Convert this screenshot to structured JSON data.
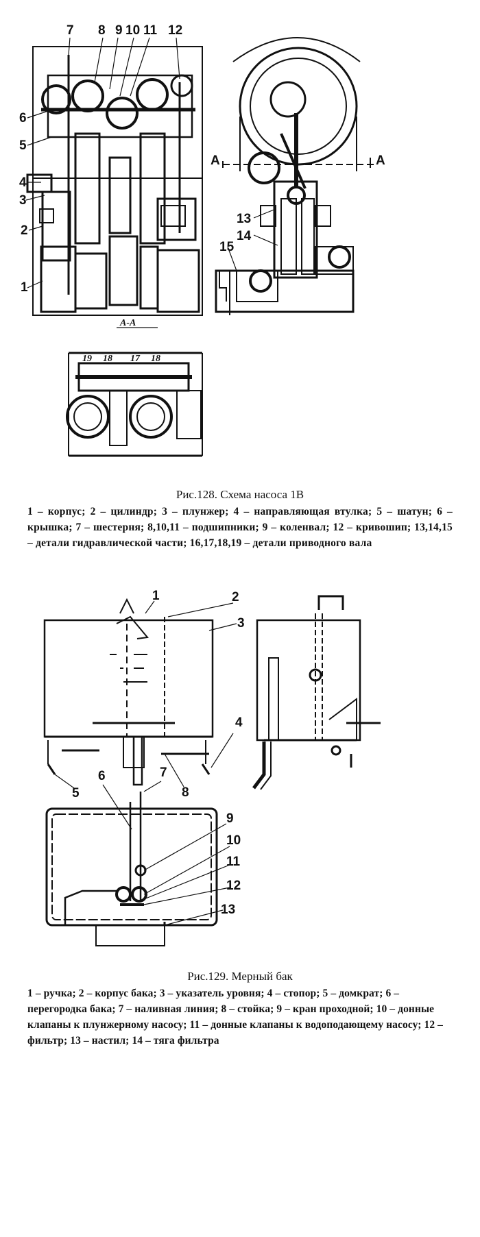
{
  "figure128": {
    "labels": {
      "l1": "1",
      "l2": "2",
      "l3": "3",
      "l4": "4",
      "l5": "5",
      "l6": "6",
      "l7": "7",
      "l8": "8",
      "l9": "9",
      "l10": "10",
      "l11": "11",
      "l12": "12",
      "l13": "13",
      "l14": "14",
      "l15": "15",
      "section_a_left": "A",
      "section_a_right": "A",
      "section_aa": "А-А",
      "l19": "19",
      "l18a": "18",
      "l17": "17",
      "l18b": "18"
    },
    "title": "Рис.128. Схема насоса 1В",
    "legend": "1 – корпус; 2 – цилиндр; 3 – плунжер; 4 – направляющая втулка; 5 – шатун; 6 – крышка; 7 – шестерня; 8,10,11 – подшипники; 9 – коленвал; 12 – кривошип; 13,14,15 – детали гидравлической части; 16,17,18,19 – детали приводного вала"
  },
  "figure129": {
    "labels": {
      "l1": "1",
      "l2": "2",
      "l3": "3",
      "l4": "4",
      "l5": "5",
      "l6": "6",
      "l7": "7",
      "l8": "8",
      "l9": "9",
      "l10": "10",
      "l11": "11",
      "l12": "12",
      "l13": "13"
    },
    "title": "Рис.129. Мерный бак",
    "legend": "1 – ручка; 2 – корпус бака; 3 – указатель уровня; 4 – стопор; 5 – домкрат; 6 – перегородка бака; 7 – наливная линия; 8 – стойка; 9 – кран проходной; 10 – донные клапаны к плунжерному насосу; 11 – донные клапаны к водоподающему насосу; 12 – фильтр; 13 – настил; 14 – тяга фильтра"
  }
}
